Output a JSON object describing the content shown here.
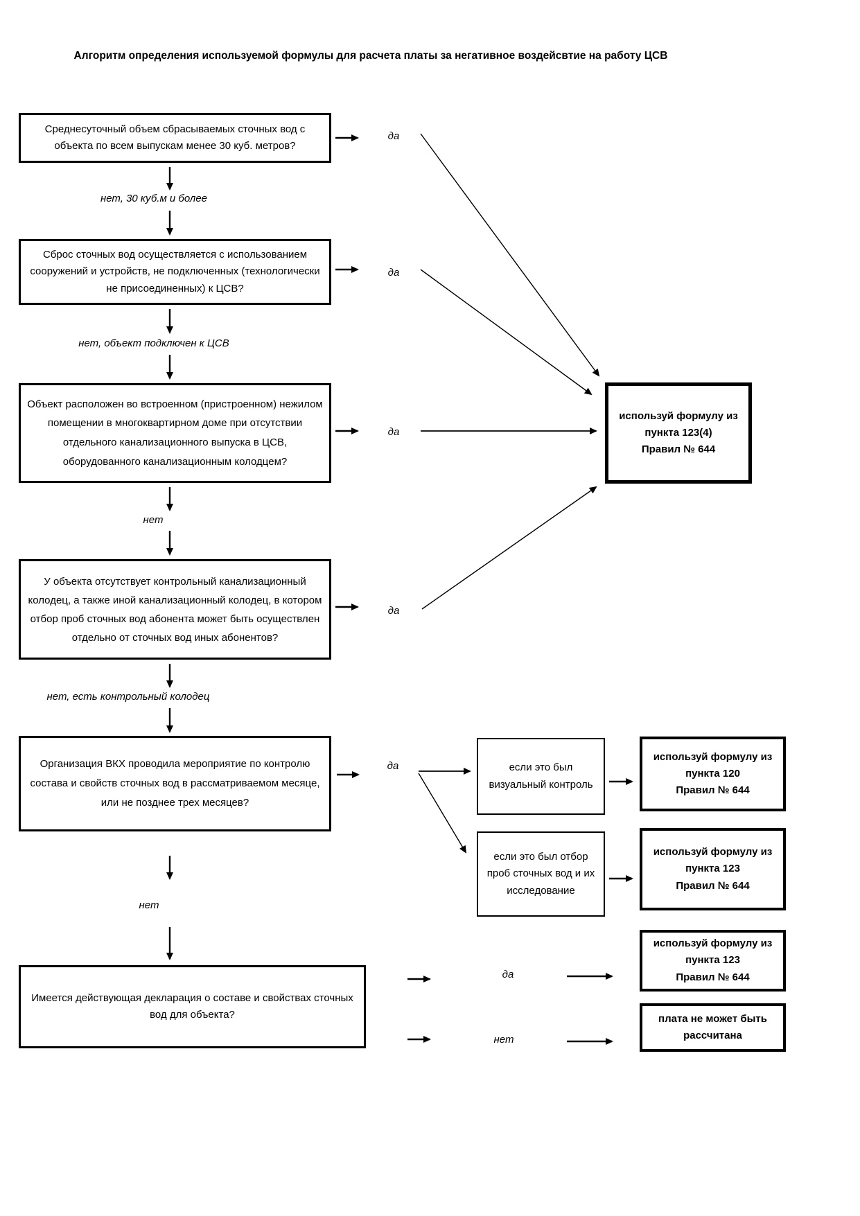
{
  "title": "Алгоритм определения используемой формулы для расчета платы за негативное воздейсвтие на работу ЦСВ",
  "boxes": {
    "q1": "Среднесуточный объем сбрасываемых сточных вод с объекта по всем выпускам менее 30 куб. метров?",
    "q2": "Сброс сточных вод осуществляется с использованием сооружений и устройств, не подключенных (технологически не присоединенных) к ЦСВ?",
    "q3": "Объект расположен во встроенном (пристроенном) нежилом помещении в многоквартирном доме при отсутствии отдельного канализационного выпуска в ЦСВ, оборудованного канализационным колодцем?",
    "q4": "У объекта отсутствует контрольный канализационный колодец, а также иной канализационный колодец, в котором отбор проб сточных вод абонента может быть осуществлен отдельно от сточных вод иных абонентов?",
    "q5": "Организация ВКХ проводила мероприятие по контролю состава и свойств сточных вод в рассматриваемом месяце, или не позднее трех месяцев?",
    "q6": "Имеется действующая декларация о составе и свойствах сточных вод для объекта?",
    "cond_visual": "если это был\nвизуальный контроль",
    "cond_sampling": "если это был отбор\nпроб сточных вод и их\nисследование",
    "result_123_4": "используй формулу из\nпункта 123(4)\nПравил № 644",
    "result_120": "используй формулу из\nпункта 120\nПравил № 644",
    "result_123": "используй формулу из\nпункта 123\nПравил № 644",
    "result_no_pay": "плата не может быть\nрассчитана"
  },
  "labels": {
    "yes": "да",
    "no": "нет",
    "no_30": "нет, 30 куб.м и более",
    "no_connected": "нет, объект подключен к ЦСВ",
    "no_well": "нет, есть контрольный колодец"
  }
}
